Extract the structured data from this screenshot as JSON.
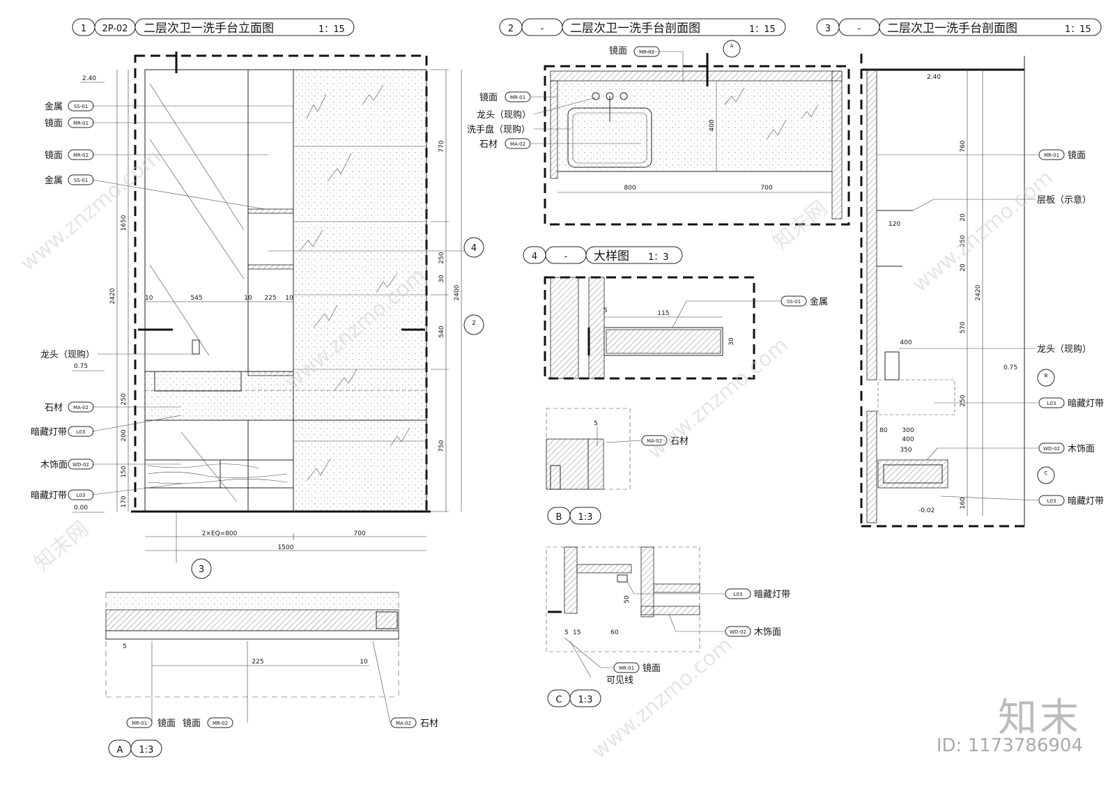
{
  "titles": {
    "t1": {
      "num": "1",
      "code": "2P-02",
      "name": "二层次卫一洗手台立面图",
      "scale": "1：15"
    },
    "t2": {
      "num": "2",
      "code": "-",
      "name": "二层次卫一洗手台剖面图",
      "scale": "1：15"
    },
    "t3": {
      "num": "3",
      "code": "-",
      "name": "二层次卫一洗手台剖面图",
      "scale": "1：15"
    },
    "t4": {
      "num": "4",
      "code": "-",
      "name": "大样图",
      "scale": "1：3"
    },
    "tA": {
      "letter": "A",
      "scale": "1:3"
    },
    "tB": {
      "letter": "B",
      "scale": "1:3"
    },
    "tC": {
      "letter": "C",
      "scale": "1:3"
    }
  },
  "labels": {
    "metal": "金属",
    "mirror": "镜面",
    "faucet": "龙头（现购）",
    "basin": "洗手盘（现购）",
    "stone": "石材",
    "led": "暗藏灯带",
    "wood": "木饰面",
    "shelf": "层板（示意）",
    "visible": "可见线"
  },
  "tags": {
    "ss01": "SS-01",
    "mr01": "MR-01",
    "mr02": "MR-02",
    "ma02": "MA-02",
    "l03": "L03",
    "wd02": "WD-02"
  },
  "levels": {
    "l240": "2.40",
    "l075": "0.75",
    "l000": "0.00",
    "lm002": "-0.02"
  },
  "dims1": {
    "d770": "770",
    "d1650": "1650",
    "d2420": "2420",
    "d2400": "2400",
    "d250": "250",
    "d30": "30",
    "d540": "540",
    "d750": "750",
    "d200": "200",
    "d150": "150",
    "d170": "170",
    "d545": "545",
    "d10": "10",
    "d225": "225",
    "d2xeq": "2×EQ=800",
    "d700": "700",
    "d1500": "1500"
  },
  "dims2": {
    "d800": "800",
    "d700": "700",
    "d400": "400"
  },
  "dims3": {
    "d760": "760",
    "d250": "250",
    "d20": "20",
    "d2420": "2420",
    "d570": "570",
    "d120": "120",
    "d400": "400",
    "d300": "300",
    "d350": "350",
    "d80": "80",
    "d160": "160"
  },
  "dims4": {
    "d115": "115",
    "d30": "30",
    "d5": "5"
  },
  "dimsA": {
    "d225": "225",
    "d10": "10",
    "d5": "5"
  },
  "dimsC": {
    "d50": "50",
    "d60": "60",
    "d15": "15",
    "d5": "5"
  },
  "markers": {
    "m2": "2",
    "m3": "3",
    "m4": "4",
    "mA": "A",
    "mB": "B",
    "mC": "C",
    "dash": "-"
  },
  "watermark": {
    "site": "www.znzmo.com",
    "brand_cn": "知末网",
    "brand": "知末",
    "id": "ID: 1173786904"
  }
}
